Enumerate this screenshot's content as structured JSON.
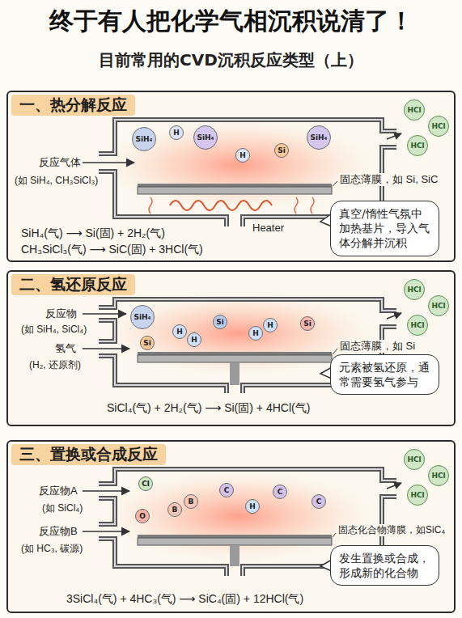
{
  "diagram": {
    "title": "终于有人把化学气相沉积说清了！",
    "nodes": [
      {
        "text": [
          "一、热分解反应"
        ]
      },
      {
        "text": [
          "SiH₄"
        ],
        "in": 0
      },
      {
        "text": [
          "H"
        ],
        "in": 0
      },
      {
        "text": [
          "SiH₄"
        ],
        "in": 0
      },
      {
        "text": [
          "H"
        ],
        "in": 0
      },
      {
        "text": [
          "Si"
        ],
        "in": 0
      },
      {
        "text": [
          "SiH₄"
        ],
        "in": 0
      },
      {
        "text": [
          "HCl"
        ],
        "in": 0
      },
      {
        "text": [
          "HCl"
        ],
        "in": 0
      },
      {
        "text": [
          "HCl"
        ],
        "in": 0
      },
      {
        "text": [
          "真空/惰性气氛中加热基片，导入气体分解并沉积"
        ],
        "in": 0
      },
      {
        "text": [
          "二、氢还原反应"
        ]
      },
      {
        "text": [
          "SiH₄"
        ],
        "in": 11
      },
      {
        "text": [
          "Si"
        ],
        "in": 11
      },
      {
        "text": [
          "H"
        ],
        "in": 11
      },
      {
        "text": [
          "H"
        ],
        "in": 11
      },
      {
        "text": [
          "Si"
        ],
        "in": 11
      },
      {
        "text": [
          "H"
        ],
        "in": 11
      },
      {
        "text": [
          "H"
        ],
        "in": 11
      },
      {
        "text": [
          "Si"
        ],
        "in": 11
      },
      {
        "text": [
          "HCl"
        ],
        "in": 11
      },
      {
        "text": [
          "HCl"
        ],
        "in": 11
      },
      {
        "text": [
          "HCl"
        ],
        "in": 11
      },
      {
        "text": [
          "元素被氢还原，通常需要氢气参与"
        ],
        "in": 11
      },
      {
        "text": [
          "三、置换或合成反应"
        ]
      },
      {
        "text": [
          "Cl"
        ],
        "in": 24
      },
      {
        "text": [
          "O"
        ],
        "in": 24
      },
      {
        "text": [
          "B"
        ],
        "in": 24
      },
      {
        "text": [
          "B"
        ],
        "in": 24
      },
      {
        "text": [
          "C"
        ],
        "in": 24
      },
      {
        "text": [
          "H"
        ],
        "in": 24
      },
      {
        "text": [
          "C"
        ],
        "in": 24
      },
      {
        "text": [
          "C"
        ],
        "in": 24
      },
      {
        "text": [
          "HCl"
        ],
        "in": 24
      },
      {
        "text": [
          "HCl"
        ],
        "in": 24
      },
      {
        "text": [
          "HCl"
        ],
        "in": 24
      },
      {
        "text": [
          "发生置换或合成，形成新的化合物"
        ],
        "in": 24
      }
    ],
    "labels": [
      "目前常用的CVD沉积反应类型（上）",
      "反应气体",
      "(如 SiH₄, CH₃SiCl₃)",
      "固态薄膜，如 Si, SiC",
      "Heater",
      "SiH₄(气) ⟶ Si(固) + 2H₂(气)",
      "CH₃SiCl₃(气) ⟶ SiC(固) + 3HCl(气)",
      "反应物",
      "(如 SiH₄, SiCl₄)",
      "氢气",
      "(H₂, 还原剂)",
      "固态薄膜，如 Si",
      "SiCl₄(气) + 2H₂(气) ⟶ Si(固) + 4HCl(气)",
      "反应物A",
      "(如 SiCl₄)",
      "反应物B",
      "(如 HC₃, 碳源)",
      "固态化合物薄膜，如SiC₄",
      "3SiCl₄(气) + 4HC₃(气) ⟶ SiC₄(固) + 12HCl(气)"
    ]
  }
}
